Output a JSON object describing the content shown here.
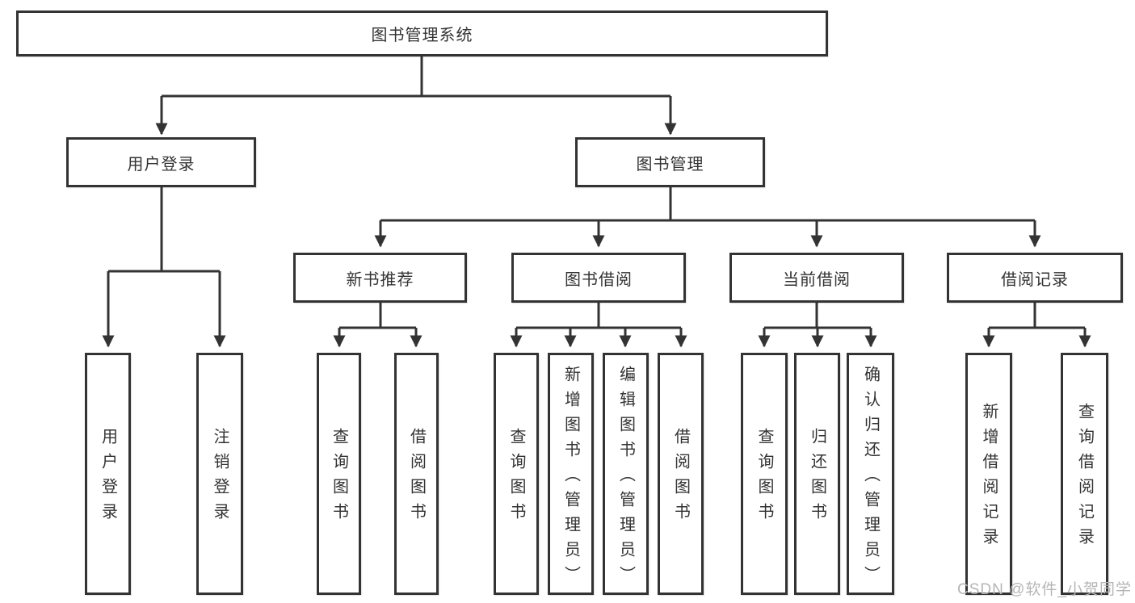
{
  "diagram_type": "hierarchy-tree",
  "tree": {
    "root": {
      "label": "图书管理系统",
      "children": [
        {
          "label": "用户登录",
          "children": [
            {
              "label": "用户登录"
            },
            {
              "label": "注销登录"
            }
          ]
        },
        {
          "label": "图书管理",
          "children": [
            {
              "label": "新书推荐",
              "children": [
                {
                  "label": "查询图书"
                },
                {
                  "label": "借阅图书"
                }
              ]
            },
            {
              "label": "图书借阅",
              "children": [
                {
                  "label": "查询图书"
                },
                {
                  "label": "新增图书（管理员）"
                },
                {
                  "label": "编辑图书（管理员）"
                },
                {
                  "label": "借阅图书"
                }
              ]
            },
            {
              "label": "当前借阅",
              "children": [
                {
                  "label": "查询图书"
                },
                {
                  "label": "归还图书"
                },
                {
                  "label": "确认归还（管理员）"
                }
              ]
            },
            {
              "label": "借阅记录",
              "children": [
                {
                  "label": "新增借阅记录"
                },
                {
                  "label": "查询借阅记录"
                }
              ]
            }
          ]
        }
      ]
    }
  },
  "watermark": {
    "text": "CSDN @软件_小贺同学"
  },
  "colors": {
    "line": "#333333",
    "box_border": "#333333",
    "text": "#333333",
    "watermark": "#b5b5b5",
    "background": "#ffffff"
  }
}
